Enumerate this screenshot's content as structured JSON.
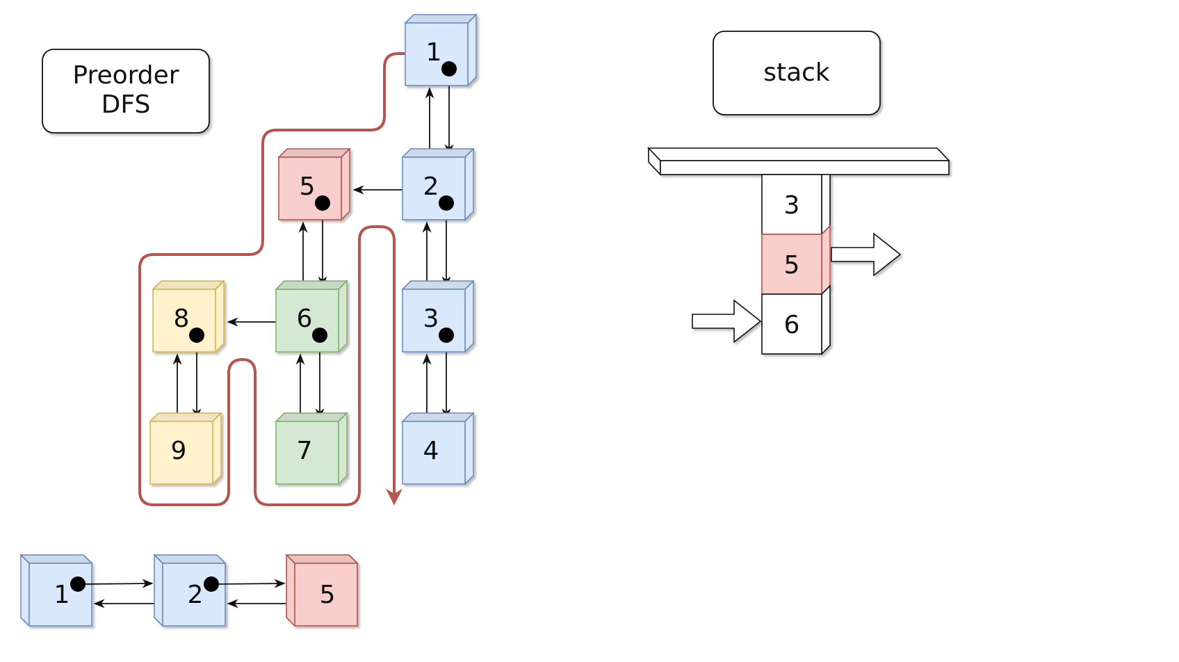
{
  "title": {
    "line1": "Preorder",
    "line2": "DFS"
  },
  "stack_label": "stack",
  "colors": {
    "blue_fill": "#dae8fc",
    "blue_stroke": "#6c8ebf",
    "red_fill": "#f8cecc",
    "red_stroke": "#b85450",
    "yellow_fill": "#fff2cc",
    "yellow_stroke": "#d6b656",
    "green_fill": "#d5e8d4",
    "green_stroke": "#82b366",
    "path": "#b85450"
  },
  "tree": {
    "nodes": [
      {
        "id": "1",
        "label": "1",
        "color": "blue",
        "pointer": true
      },
      {
        "id": "2",
        "label": "2",
        "color": "blue",
        "pointer": true
      },
      {
        "id": "3",
        "label": "3",
        "color": "blue",
        "pointer": true
      },
      {
        "id": "4",
        "label": "4",
        "color": "blue",
        "pointer": false
      },
      {
        "id": "5",
        "label": "5",
        "color": "red",
        "pointer": true
      },
      {
        "id": "6",
        "label": "6",
        "color": "green",
        "pointer": true
      },
      {
        "id": "7",
        "label": "7",
        "color": "green",
        "pointer": false
      },
      {
        "id": "8",
        "label": "8",
        "color": "yellow",
        "pointer": true
      },
      {
        "id": "9",
        "label": "9",
        "color": "yellow",
        "pointer": false
      }
    ],
    "edges": [
      {
        "from": "1",
        "to": "2"
      },
      {
        "from": "2",
        "to": "3"
      },
      {
        "from": "3",
        "to": "4"
      },
      {
        "from": "2",
        "to": "5"
      },
      {
        "from": "5",
        "to": "6"
      },
      {
        "from": "6",
        "to": "7"
      },
      {
        "from": "6",
        "to": "8"
      },
      {
        "from": "8",
        "to": "9"
      }
    ]
  },
  "linked_list": [
    {
      "label": "1",
      "color": "blue"
    },
    {
      "label": "2",
      "color": "blue"
    },
    {
      "label": "5",
      "color": "red"
    }
  ],
  "stack": {
    "items": [
      {
        "label": "3",
        "highlight": false
      },
      {
        "label": "5",
        "highlight": true
      },
      {
        "label": "6",
        "highlight": false
      }
    ]
  }
}
